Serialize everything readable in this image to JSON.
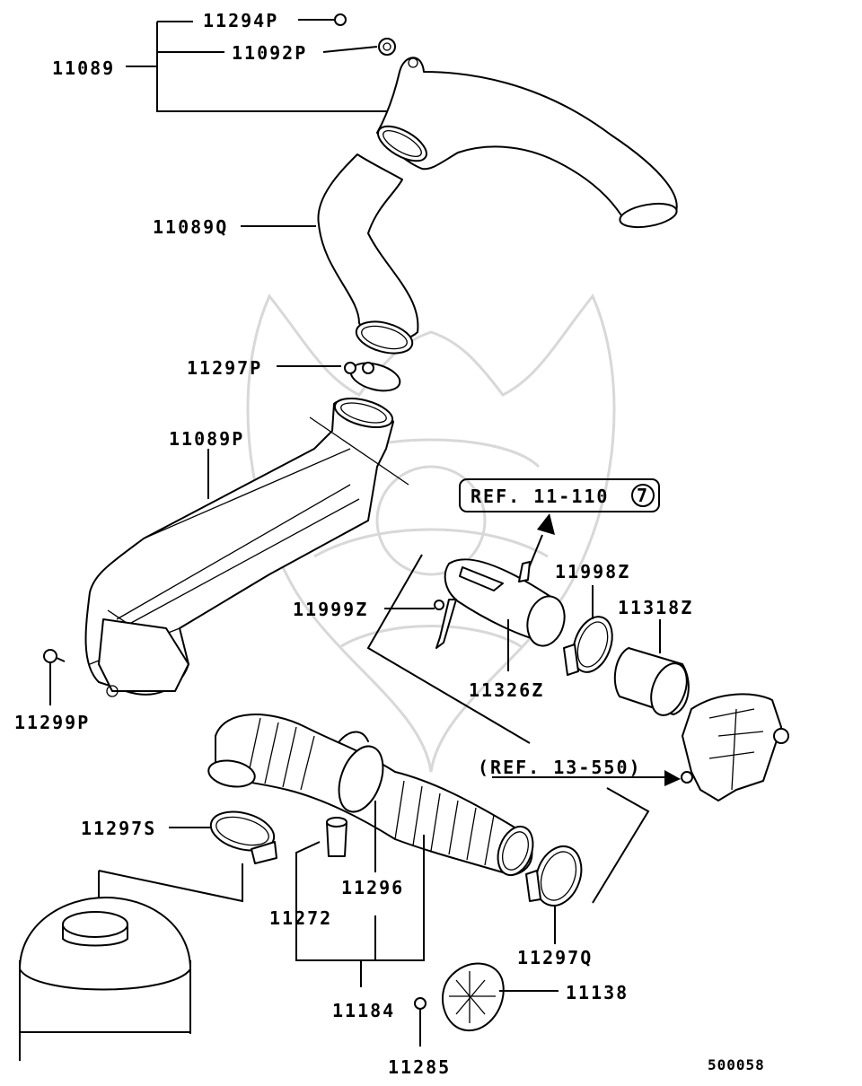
{
  "diagram": {
    "part_labels": {
      "p11294P": "11294P",
      "p11092P": "11092P",
      "p11089": "11089",
      "p11089Q": "11089Q",
      "p11297P": "11297P",
      "p11089P": "11089P",
      "p11999Z": "11999Z",
      "p11326Z": "11326Z",
      "p11998Z": "11998Z",
      "p11318Z": "11318Z",
      "p11299P": "11299P",
      "p11297S": "11297S",
      "p11296": "11296",
      "p11272": "11272",
      "p11184": "11184",
      "p11297Q": "11297Q",
      "p11138": "11138",
      "p11285": "11285"
    },
    "references": {
      "ref_11_110": "REF. 11-110",
      "ref_11_110_circle": "7",
      "ref_13_550": "(REF. 13-550)"
    },
    "figure_code": "500058"
  }
}
